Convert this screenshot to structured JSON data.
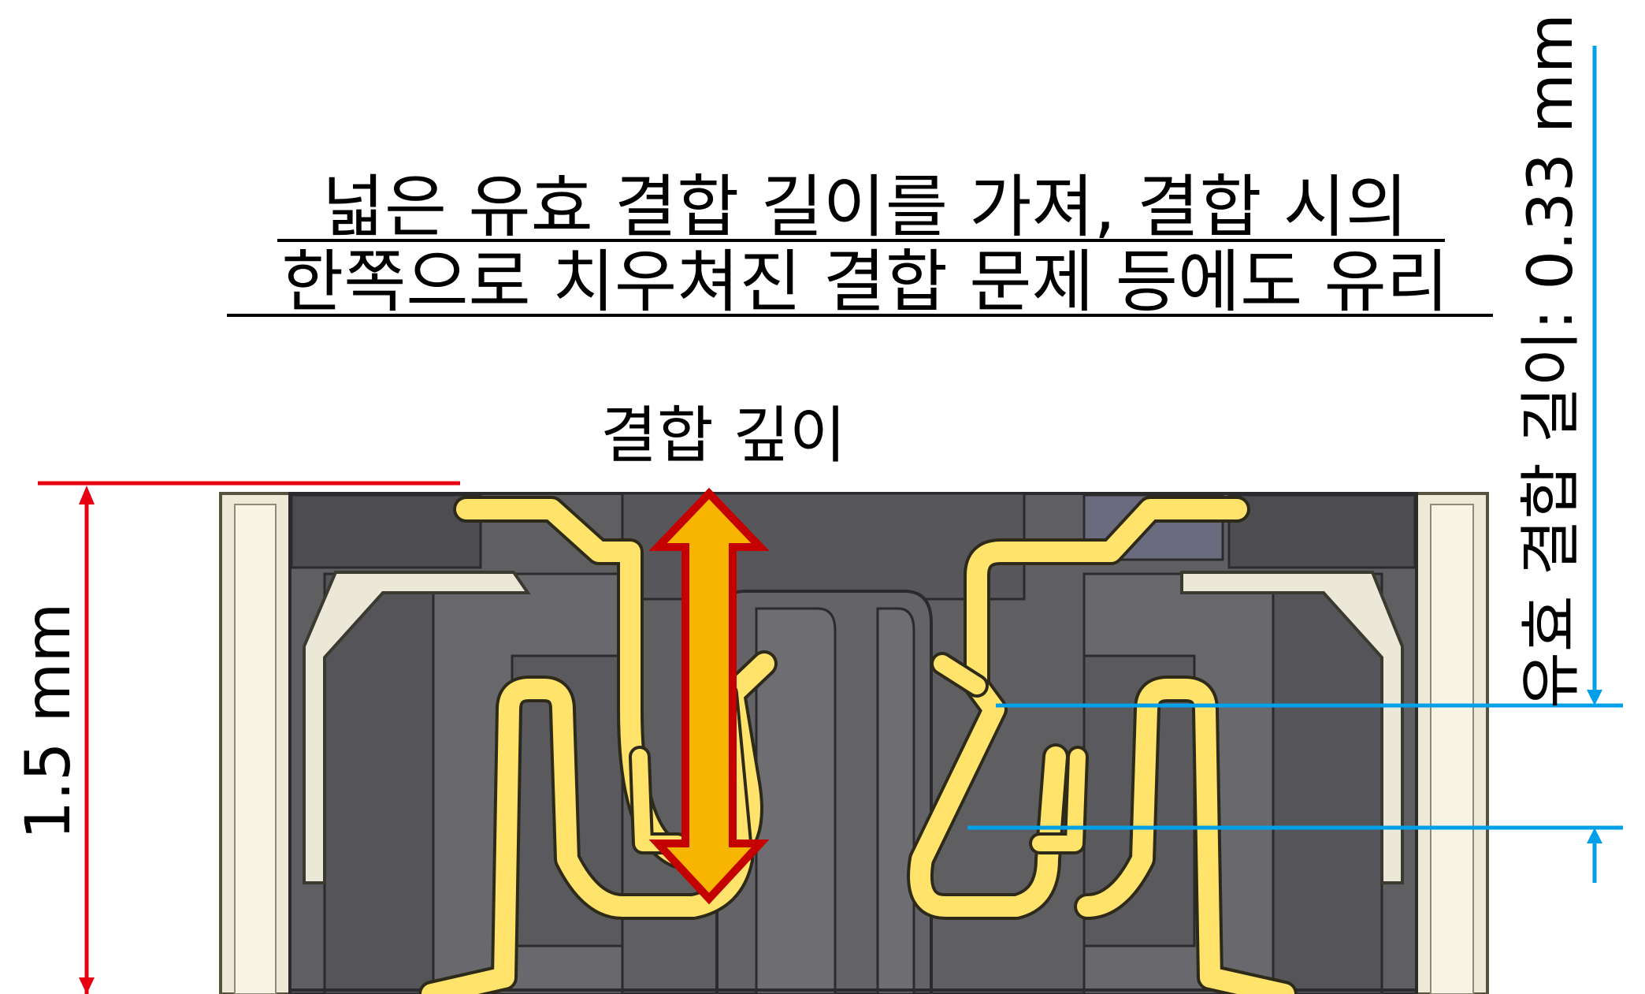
{
  "header": {
    "title_line1": "넓은 유효 결합 길이를 가져, 결합 시의",
    "title_line2": "한쪽으로 치우쳐진 결합 문제 등에도 유리"
  },
  "annotations": {
    "engagement_depth_label": "결합 깊이",
    "height_dimension_label": "1.5 mm",
    "effective_length_label": "유효 결합 길이: 0.33 mm"
  },
  "colors": {
    "background": "#ffffff",
    "housing_dark": "#5f5f62",
    "housing_mid": "#737378",
    "housing_light": "#8a8a90",
    "outer_shell": "#ede9d6",
    "contact_yellow": "#ffe36a",
    "contact_outline": "#2e2a1a",
    "arrow_fill": "#f7b500",
    "arrow_outline": "#c40000",
    "dimension_red": "#e60012",
    "dimension_blue": "#00a0e9"
  }
}
